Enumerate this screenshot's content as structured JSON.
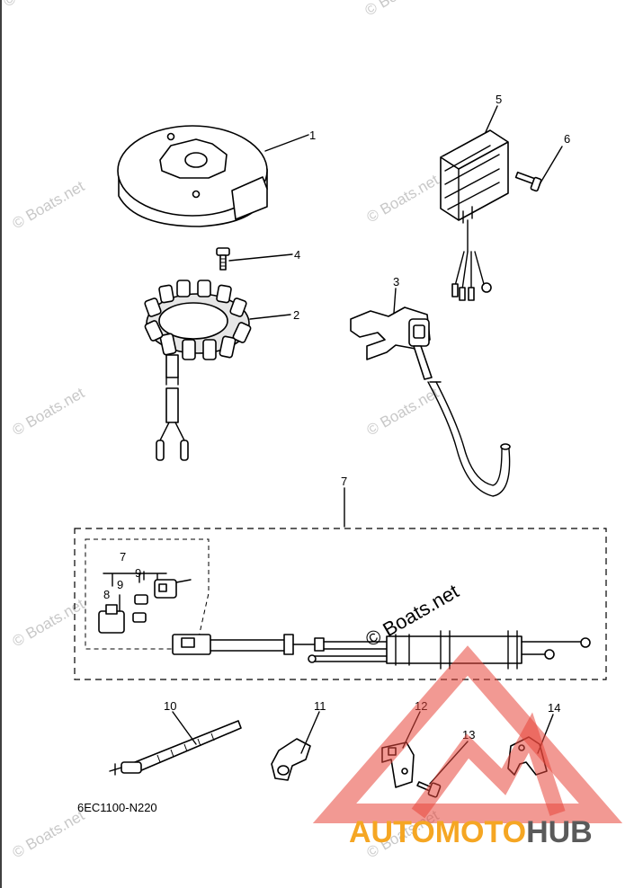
{
  "diagram_code": "6EC1100-N220",
  "callouts": [
    {
      "id": "1",
      "label": "1"
    },
    {
      "id": "2",
      "label": "2"
    },
    {
      "id": "3",
      "label": "3"
    },
    {
      "id": "4",
      "label": "4"
    },
    {
      "id": "5",
      "label": "5"
    },
    {
      "id": "6",
      "label": "6"
    },
    {
      "id": "7",
      "label": "7"
    },
    {
      "id": "7b",
      "label": "7"
    },
    {
      "id": "8",
      "label": "8"
    },
    {
      "id": "9a",
      "label": "9"
    },
    {
      "id": "9b",
      "label": "9"
    },
    {
      "id": "10",
      "label": "10"
    },
    {
      "id": "11",
      "label": "11"
    },
    {
      "id": "12",
      "label": "12"
    },
    {
      "id": "13",
      "label": "13"
    },
    {
      "id": "14",
      "label": "14"
    }
  ],
  "watermark": {
    "small_text": "© Boats.net",
    "center_text": "© Boats.net"
  },
  "brand": {
    "part1": "AUTOMOTO",
    "part2": "HUB",
    "color_orange": "#f5a623",
    "color_red": "#e8463a",
    "color_gray": "#5a5a5a"
  }
}
